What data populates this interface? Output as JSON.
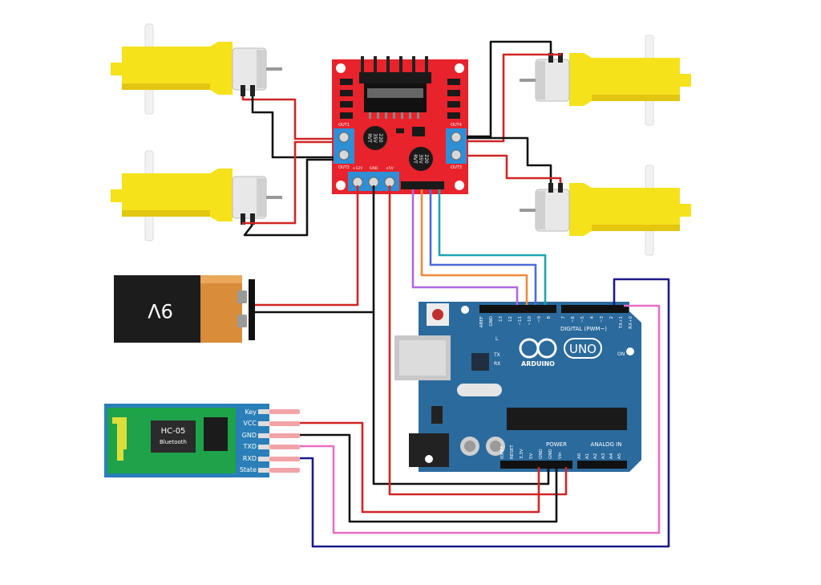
{
  "battery": {
    "label": "9V"
  },
  "driver": {
    "out1": "OUT1",
    "out2": "OUT2",
    "out3": "OUT3",
    "out4": "OUT4",
    "v12": "+12V",
    "gnd": "GND",
    "v5": "+5V",
    "cap_lines": [
      "220",
      "35V",
      "RVT"
    ]
  },
  "hc05": {
    "title": "HC-05",
    "subtitle": "Bluetooth",
    "pins": [
      "Key",
      "VCC",
      "GND",
      "TXD",
      "RXD",
      "State"
    ]
  },
  "arduino": {
    "brand": "ARDUINO",
    "model": "UNO",
    "digital_label": "DIGITAL (PWM~)",
    "digital_pins": [
      "AREF",
      "GND",
      "13",
      "12",
      "~11",
      "~10",
      "~9",
      "8",
      "7",
      "~6",
      "~5",
      "4",
      "~3",
      "2",
      "TX+1",
      "RX+0"
    ],
    "power_label": "POWER",
    "analog_label": "ANALOG IN",
    "power_pins": [
      "IOREF",
      "RESET",
      "3.3V",
      "5V",
      "GND",
      "GND",
      "Vin"
    ],
    "analog_pins": [
      "A0",
      "A1",
      "A2",
      "A3",
      "A4",
      "A5"
    ],
    "led_l": "L",
    "led_tx": "TX",
    "led_rx": "RX",
    "led_on": "ON"
  },
  "colors": {
    "motor_yellow": "#f6e21b",
    "driver_red": "#e8232b",
    "arduino_blue": "#2b6a9c",
    "hc05_green": "#1ea34a",
    "hc05_blue": "#2a7fb8",
    "wire_red": "#d02525",
    "wire_black": "#111111",
    "wire_pink": "#e86fc3",
    "wire_navy": "#1a1a8c",
    "wire_purple": "#b068e0",
    "wire_orange": "#f08a3c",
    "wire_blue": "#4d6bdc",
    "wire_teal": "#1fa3b3"
  }
}
